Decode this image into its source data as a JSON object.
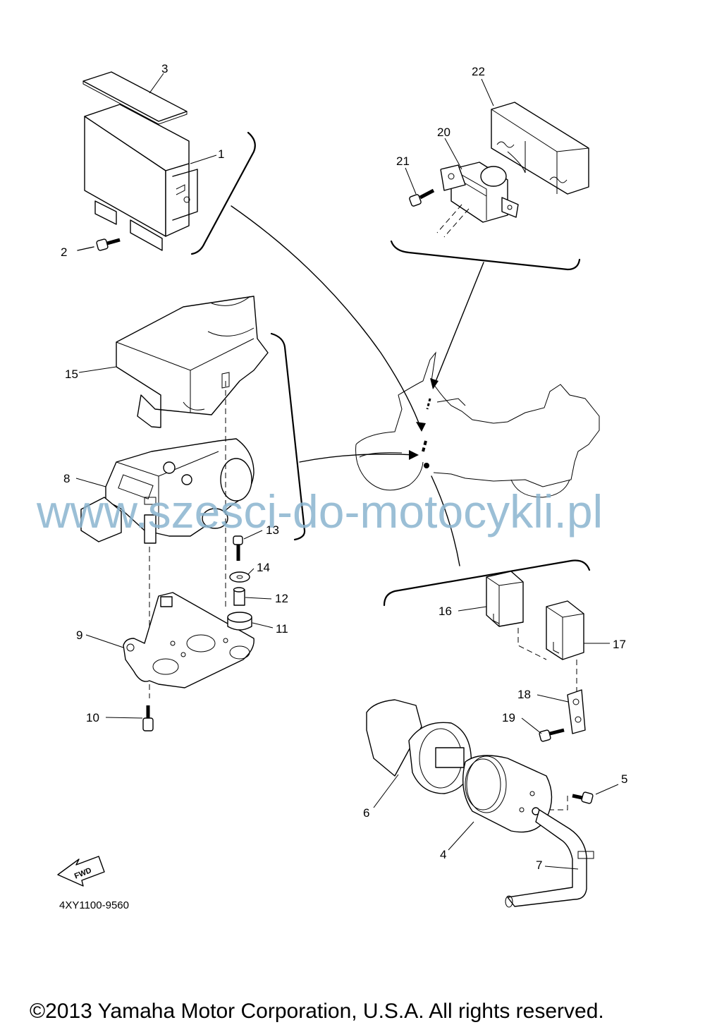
{
  "diagram": {
    "callouts": [
      {
        "id": "1",
        "label": "1"
      },
      {
        "id": "2",
        "label": "2"
      },
      {
        "id": "3",
        "label": "3"
      },
      {
        "id": "4",
        "label": "4"
      },
      {
        "id": "5",
        "label": "5"
      },
      {
        "id": "6",
        "label": "6"
      },
      {
        "id": "7",
        "label": "7"
      },
      {
        "id": "8",
        "label": "8"
      },
      {
        "id": "9",
        "label": "9"
      },
      {
        "id": "10",
        "label": "10"
      },
      {
        "id": "11",
        "label": "11"
      },
      {
        "id": "12",
        "label": "12"
      },
      {
        "id": "13",
        "label": "13"
      },
      {
        "id": "14",
        "label": "14"
      },
      {
        "id": "15",
        "label": "15"
      },
      {
        "id": "16",
        "label": "16"
      },
      {
        "id": "17",
        "label": "17"
      },
      {
        "id": "18",
        "label": "18"
      },
      {
        "id": "19",
        "label": "19"
      },
      {
        "id": "20",
        "label": "20"
      },
      {
        "id": "21",
        "label": "21"
      },
      {
        "id": "22",
        "label": "22"
      }
    ],
    "fwd_label": "FWD",
    "part_number": "4XY1100-9560",
    "watermark": "www.szesci-do-motocykli.pl",
    "copyright": "©2013 Yamaha Motor Corporation, U.S.A. All rights reserved."
  }
}
